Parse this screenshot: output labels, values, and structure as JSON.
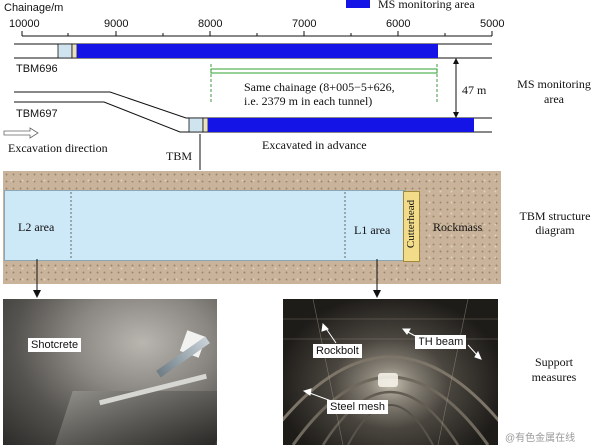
{
  "chainage": {
    "axis_title": "Chainage/m",
    "ticks": [
      "10000",
      "9000",
      "8000",
      "7000",
      "6000",
      "5000"
    ]
  },
  "legend": {
    "label": "MS monitoring area",
    "color": "#1414e6"
  },
  "tunnels": {
    "upper_name": "TBM696",
    "lower_name": "TBM697"
  },
  "annotations": {
    "same_chainage_line1": "Same chainage (8+005−5+626,",
    "same_chainage_line2": "i.e. 2379 m in each tunnel)",
    "spacing": "47 m",
    "excavation_direction": "Excavation direction",
    "excavated_in_advance": "Excavated in advance",
    "tbm": "TBM"
  },
  "structure": {
    "l2_area": "L2 area",
    "l1_area": "L1 area",
    "cutterhead": "Cutterhead",
    "rockmass": "Rockmass"
  },
  "photos": {
    "left_label": "Shotcrete",
    "right_labels": [
      "Rockbolt",
      "TH beam",
      "Steel mesh"
    ]
  },
  "row_labels": {
    "ms_line1": "MS monitoring",
    "ms_line2": "area",
    "tbm_line1": "TBM structure",
    "tbm_line2": "diagram",
    "support_line1": "Support",
    "support_line2": "measures"
  },
  "watermark": "@有色金属在线",
  "colors": {
    "accent_blue": "#1414e6",
    "lining_blue": "#cde9f7",
    "rock": "#c9b49b",
    "cutterhead": "#f2dc8a"
  }
}
